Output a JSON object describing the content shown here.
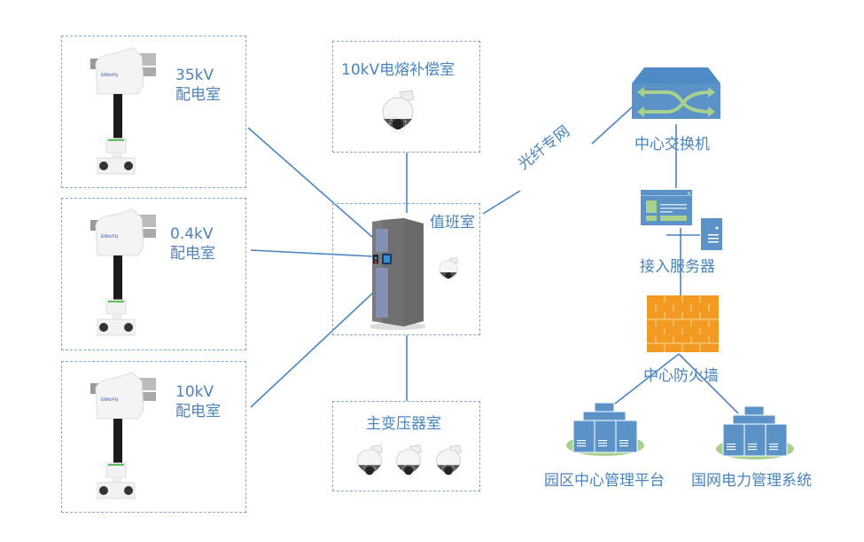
{
  "rooms": {
    "r35kv": {
      "line1": "35kV",
      "line2": "配电室"
    },
    "r04kv": {
      "line1": "0.4kV",
      "line2": "配电室"
    },
    "r10kv": {
      "line1": "10kV",
      "line2": "配电室"
    },
    "compensation": {
      "label": "10kV电熔补偿室"
    },
    "duty": {
      "label": "值班室"
    },
    "transformer": {
      "label": "主变压器室"
    }
  },
  "network": {
    "fiber_label": "光纤专网",
    "switch_label": "中心交换机",
    "server_label": "接入服务器",
    "firewall_label": "中心防火墙",
    "platform_park_label": "园区中心管理平台",
    "platform_grid_label": "国网电力管理系统"
  },
  "colors": {
    "accent": "#4a83bd",
    "line": "#4a86c5",
    "firewall": "#f29a21",
    "device_blue": "#5b93c9",
    "green": "#a9d18e"
  }
}
